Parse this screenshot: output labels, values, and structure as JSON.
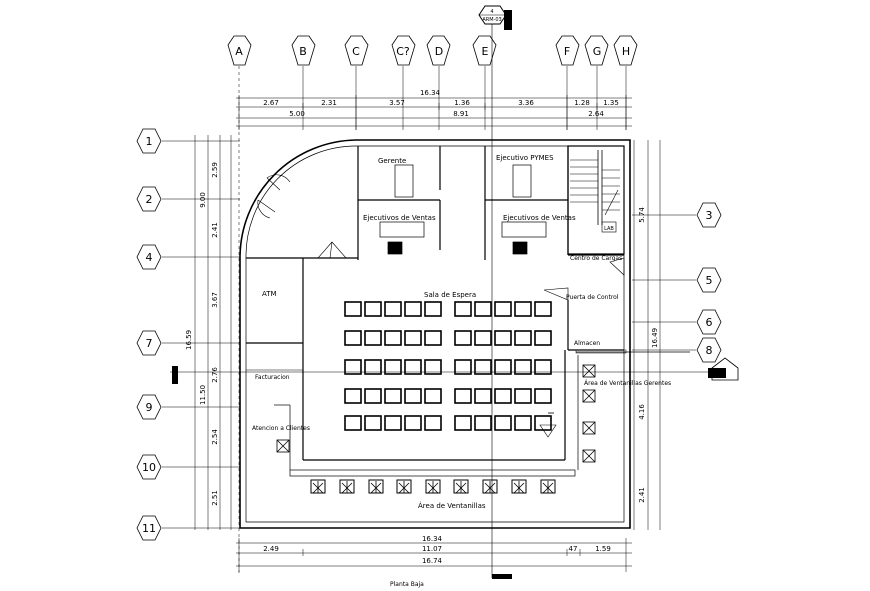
{
  "grid": {
    "columns": [
      "A",
      "B",
      "C",
      "C?",
      "D",
      "E",
      "F",
      "G",
      "H"
    ],
    "rows": [
      "1",
      "2",
      "3",
      "4",
      "5",
      "6",
      "7",
      "8",
      "9",
      "10",
      "11"
    ]
  },
  "section_tag": {
    "number": "4",
    "sheet": "ARM-03"
  },
  "dimensions": {
    "top_row1": [
      "2.67",
      "2.31",
      "3.57",
      "1.36",
      "3.36",
      "1.28",
      "1.35"
    ],
    "top_total": "16.34",
    "top_row2": [
      "5.00",
      "8.91",
      "2.64"
    ],
    "left_col": [
      "2.59",
      "2.41",
      "3.67",
      "2.76",
      "2.54",
      "2.51"
    ],
    "left_900": "9.00",
    "left_total": "16.59",
    "left_1150": "11.50",
    "right_col": [
      "5.74",
      "4.16",
      "2.41"
    ],
    "right_total": "16.49",
    "bottom_row1": [
      "2.49",
      "11.07",
      "47",
      "1.59"
    ],
    "bottom_mid": "16.34",
    "bottom_total": "16.74"
  },
  "rooms": {
    "gerente": "Gerente",
    "ejecutivo_pymes": "Ejecutivo PYMES",
    "ejecutivos_ventas_1": "Ejecutivos de Ventas",
    "ejecutivos_ventas_2": "Ejecutivos de Ventas",
    "control_cargas": "Centro de Cargas",
    "puerta_control": "Puerta de Control",
    "atm": "ATM",
    "sala_espera": "Sala de Espera",
    "almacen": "Almacen",
    "facturacion": "Facturacion",
    "area_ventanillas_gerentes": "Área de Ventanillas Gerentes",
    "atencion_clientes": "Atencion a Clientes",
    "area_ventanillas": "Área de Ventanillas",
    "lab": "LAB"
  },
  "plan_title": "Planta Baja"
}
